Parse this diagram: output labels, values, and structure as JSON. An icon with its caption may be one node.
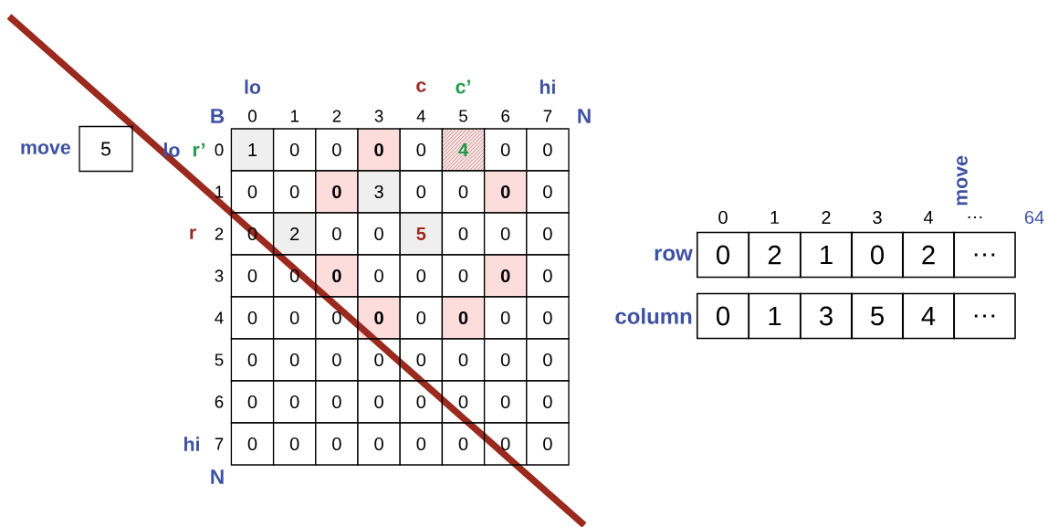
{
  "diagram": {
    "nodes": [
      {
        "text": [
          "5"
        ],
        "beside": [
          "move"
        ]
      }
    ],
    "labels": [
      "lo",
      "c",
      "c’",
      "hi",
      "B",
      "0",
      "1",
      "2",
      "3",
      "4",
      "5",
      "6",
      "7",
      "N",
      "lo",
      "r’",
      "0",
      "1",
      "0",
      "0",
      "0",
      "0",
      "4",
      "0",
      "0",
      "1",
      "0",
      "0",
      "0",
      "3",
      "0",
      "0",
      "0",
      "0",
      "r",
      "2",
      "0",
      "2",
      "0",
      "0",
      "5",
      "0",
      "0",
      "0",
      "3",
      "0",
      "0",
      "0",
      "0",
      "0",
      "0",
      "0",
      "0",
      "4",
      "0",
      "0",
      "0",
      "0",
      "0",
      "0",
      "0",
      "0",
      "5",
      "0",
      "0",
      "0",
      "0",
      "0",
      "0",
      "0",
      "0",
      "6",
      "0",
      "0",
      "0",
      "0",
      "0",
      "0",
      "0",
      "0",
      "hi",
      "7",
      "0",
      "0",
      "0",
      "0",
      "0",
      "0",
      "0",
      "0",
      "N",
      "move",
      "0",
      "1",
      "2",
      "3",
      "4",
      "…",
      "64",
      "row",
      "0",
      "2",
      "1",
      "0",
      "2",
      "…",
      "column",
      "0",
      "1",
      "3",
      "5",
      "4",
      "…"
    ]
  }
}
